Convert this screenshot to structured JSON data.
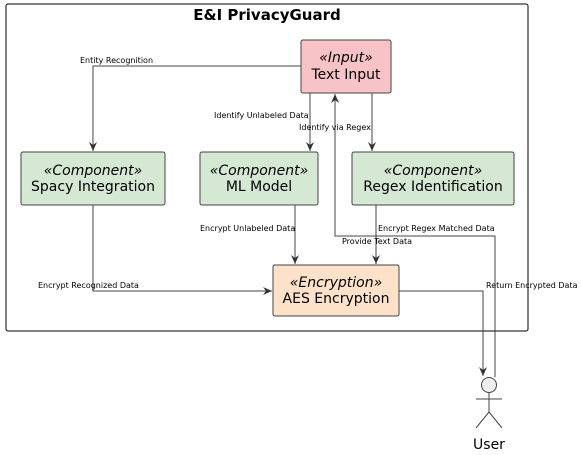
{
  "frame": {
    "title": "E&I PrivacyGuard"
  },
  "nodes": {
    "text_input": {
      "stereotype": "«Input»",
      "label": "Text Input",
      "fill": "#f8c3c6"
    },
    "spacy": {
      "stereotype": "«Component»",
      "label": "Spacy Integration",
      "fill": "#d5e8d4"
    },
    "ml_model": {
      "stereotype": "«Component»",
      "label": "ML Model",
      "fill": "#d5e8d4"
    },
    "regex": {
      "stereotype": "«Component»",
      "label": "Regex Identification",
      "fill": "#d5e8d4"
    },
    "aes": {
      "stereotype": "«Encryption»",
      "label": "AES Encryption",
      "fill": "#fde1c9"
    }
  },
  "actor": {
    "label": "User",
    "head_fill": "#eeeeee"
  },
  "edges": {
    "entity_recognition": "Entity Recognition",
    "identify_unlabeled": "Identify Unlabeled Data",
    "identify_regex": "Identify via Regex",
    "encrypt_unlabeled": "Encrypt Unlabeled Data",
    "encrypt_regex": "Encrypt Regex Matched Data",
    "provide_text": "Provide Text Data",
    "encrypt_recognized": "Encrypt Recognized Data",
    "return_encrypted": "Return Encrypted Data"
  },
  "colors": {
    "stroke": "#444444",
    "frame": "#000000"
  }
}
